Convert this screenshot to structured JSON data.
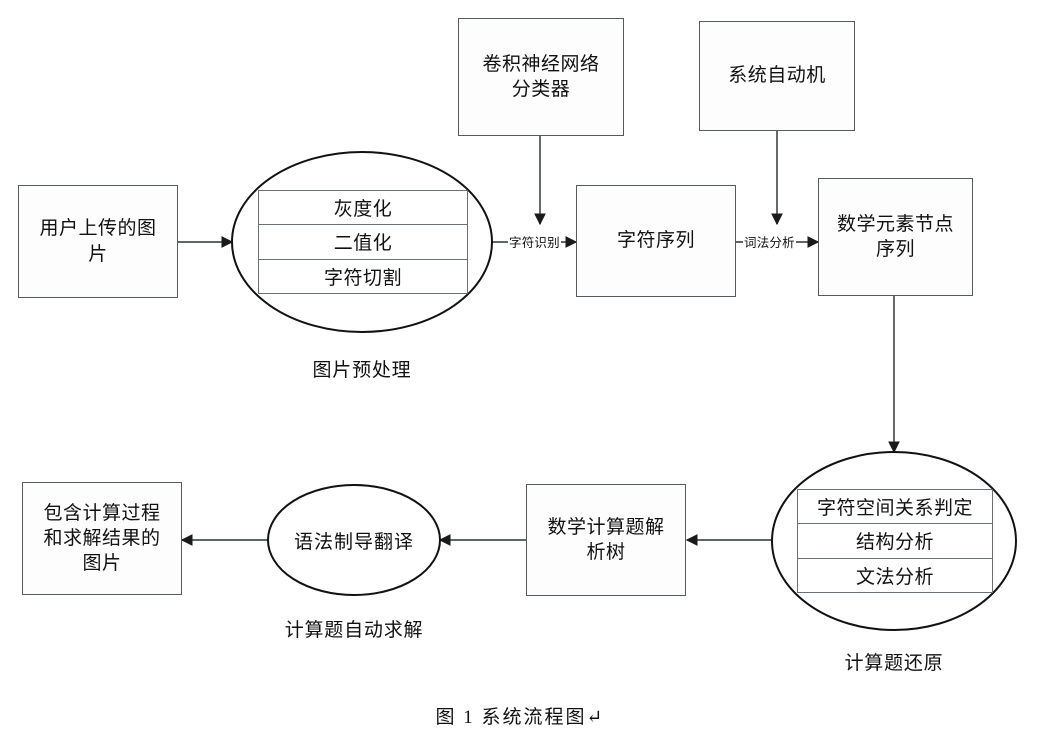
{
  "figure": {
    "caption": "图 1 系统流程图↵"
  },
  "nodes": {
    "cnn_classifier": {
      "line1": "卷积神经网络",
      "line2": "分类器"
    },
    "system_automaton": {
      "line1": "系统自动机"
    },
    "user_image": {
      "line1": "用户上传的图",
      "line2": "片"
    },
    "char_sequence": {
      "line1": "字符序列"
    },
    "math_node_sequence": {
      "line1": "数学元素节点",
      "line2": "序列"
    },
    "parse_tree": {
      "line1": "数学计算题解",
      "line2": "析树"
    },
    "result_image": {
      "line1": "包含计算过程",
      "line2": "和求解结果的",
      "line3": "图片"
    },
    "syntax_translation": {
      "label": "语法制导翻译"
    }
  },
  "preprocess_ellipse": {
    "caption": "图片预处理",
    "rows": [
      "灰度化",
      "二值化",
      "字符切割"
    ]
  },
  "restore_ellipse": {
    "caption": "计算题还原",
    "rows": [
      "字符空间关系判定",
      "结构分析",
      "文法分析"
    ]
  },
  "solve_ellipse": {
    "caption": "计算题自动求解"
  },
  "edges": {
    "char_recognition": "字符识别",
    "lexical_analysis": "词法分析"
  },
  "colors": {
    "box_border": "#555a5e",
    "inner_border": "#6a6f73",
    "ellipse_stroke": "#111111",
    "wire": "#4a4f53",
    "background": "#ffffff",
    "text": "#111111"
  }
}
